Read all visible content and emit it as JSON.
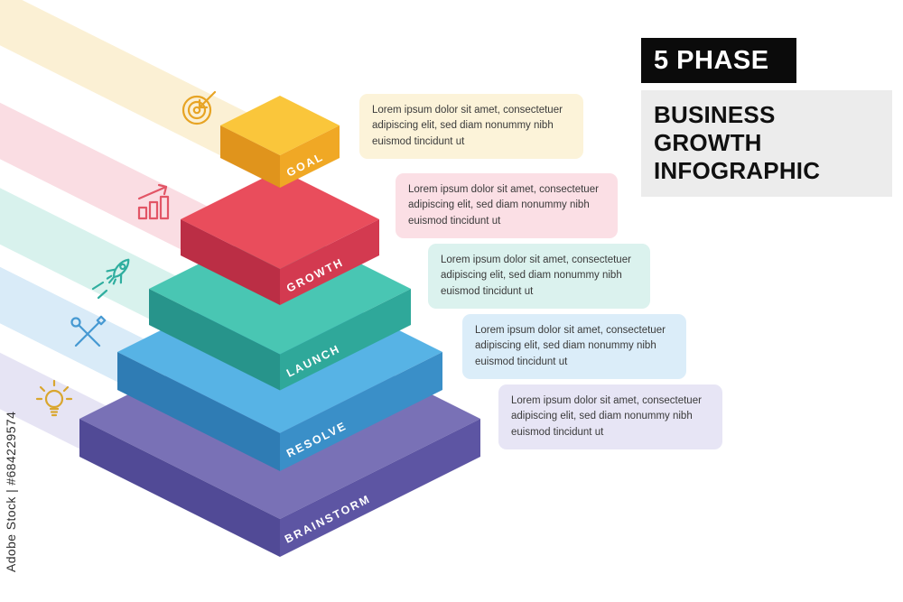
{
  "header": {
    "phase_label": "5 PHASE",
    "title": "BUSINESS GROWTH INFOGRAPHIC",
    "phase_bg": "#0b0b0b",
    "title_bg": "#ececec"
  },
  "watermark": {
    "text": "Adobe Stock | #684229574"
  },
  "layers": [
    {
      "id": "goal",
      "label": "GOAL",
      "icon": "target-icon",
      "description": "Lorem ipsum dolor sit amet, consectetuer adipiscing elit, sed diam nonummy nibh euismod tincidunt ut",
      "colors": {
        "top": "#FAC63B",
        "left": "#E0941C",
        "right": "#F0A825",
        "band": "#FBF0D4",
        "callout": "#FCF3D9",
        "icon": "#E7A424"
      }
    },
    {
      "id": "growth",
      "label": "GROWTH",
      "icon": "growth-chart-icon",
      "description": "Lorem ipsum dolor sit amet, consectetuer adipiscing elit, sed diam nonummy nibh euismod tincidunt ut",
      "colors": {
        "top": "#E94D5C",
        "left": "#BB2E45",
        "right": "#D33A50",
        "band": "#FADDE3",
        "callout": "#FBDFE5",
        "icon": "#E25566"
      }
    },
    {
      "id": "launch",
      "label": "LAUNCH",
      "icon": "rocket-icon",
      "description": "Lorem ipsum dolor sit amet, consectetuer adipiscing elit, sed diam nonummy nibh euismod tincidunt ut",
      "colors": {
        "top": "#49C6B3",
        "left": "#27948B",
        "right": "#2FA89A",
        "band": "#D8F2ED",
        "callout": "#DBF2EE",
        "icon": "#2FAE9F"
      }
    },
    {
      "id": "resolve",
      "label": "RESOLVE",
      "icon": "tools-icon",
      "description": "Lorem ipsum dolor sit amet, consectetuer adipiscing elit, sed diam nonummy nibh euismod tincidunt ut",
      "colors": {
        "top": "#57B3E5",
        "left": "#2F7CB4",
        "right": "#3A8FC8",
        "band": "#D9EBF8",
        "callout": "#DBEDF9",
        "icon": "#4699D2"
      }
    },
    {
      "id": "brainstorm",
      "label": "BRAINSTORM",
      "icon": "lightbulb-icon",
      "description": "Lorem ipsum dolor sit amet, consectetuer adipiscing elit, sed diam nonummy nibh euismod tincidunt ut",
      "colors": {
        "top": "#7971B6",
        "left": "#514A96",
        "right": "#5D55A3",
        "band": "#E6E4F4",
        "callout": "#E7E5F5",
        "icon": "#D9A62E"
      }
    }
  ]
}
